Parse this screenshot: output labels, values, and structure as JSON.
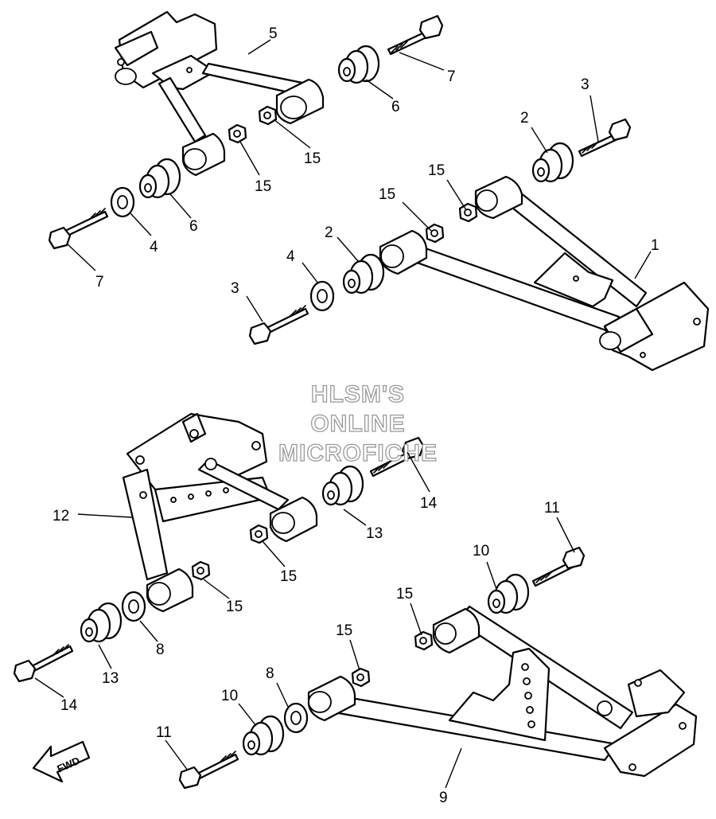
{
  "watermark": {
    "lines": [
      "HLSM'S",
      "ONLINE",
      "MICROFICHE"
    ],
    "color": "#999999"
  },
  "direction_arrow": {
    "label": "FWD"
  },
  "callouts": {
    "c1": "1",
    "c2a": "2",
    "c2b": "2",
    "c3a": "3",
    "c3b": "3",
    "c4a": "4",
    "c4b": "4",
    "c5": "5",
    "c6a": "6",
    "c6b": "6",
    "c7a": "7",
    "c7b": "7",
    "c15a": "15",
    "c15b": "15",
    "c15c": "15",
    "c15d": "15",
    "c8a": "8",
    "c8b": "8",
    "c9": "9",
    "c10a": "10",
    "c10b": "10",
    "c11a": "11",
    "c11b": "11",
    "c12": "12",
    "c13a": "13",
    "c13b": "13",
    "c14a": "14",
    "c14b": "14",
    "c15e": "15",
    "c15f": "15",
    "c15g": "15",
    "c15h": "15"
  }
}
